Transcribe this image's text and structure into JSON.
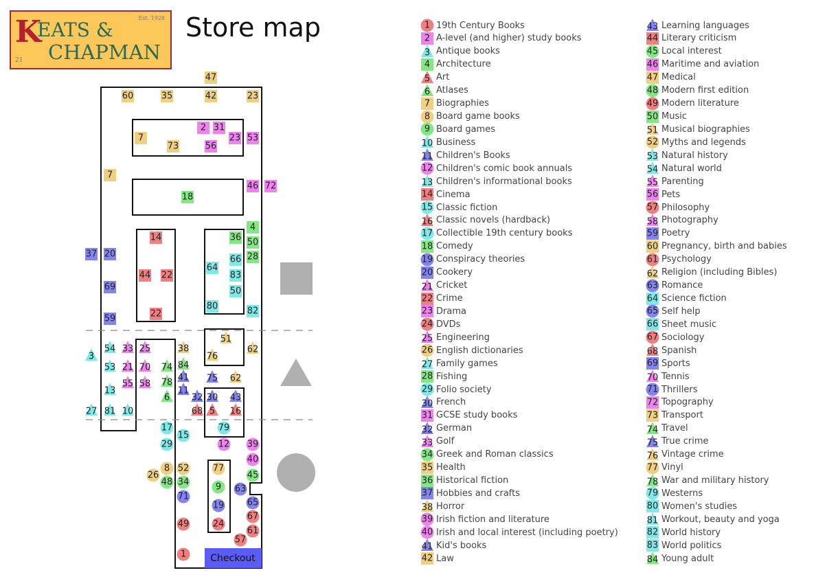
{
  "logo": {
    "initial": "K",
    "line1": "EATS &",
    "line2": "CHAPMAN",
    "est": "Est. 1928",
    "number": "21"
  },
  "title": "Store map",
  "colors": {
    "r": "#f08080",
    "p": "#ee82ee",
    "c": "#7fe9e9",
    "g": "#83e883",
    "b": "#8484f0",
    "y": "#f0d080",
    "gray": "#b0b0b0",
    "checkout": "#5b5bf5"
  },
  "checkout_label": "Checkout",
  "legend": [
    {
      "n": "1",
      "shape": "c",
      "color": "r",
      "label": "19th Century Books"
    },
    {
      "n": "2",
      "shape": "s",
      "color": "p",
      "label": "A-level (and higher) study books"
    },
    {
      "n": "3",
      "shape": "t",
      "color": "c",
      "label": "Antique books"
    },
    {
      "n": "4",
      "shape": "s",
      "color": "g",
      "label": "Architecture"
    },
    {
      "n": "5",
      "shape": "t",
      "color": "r",
      "label": "Art"
    },
    {
      "n": "6",
      "shape": "t",
      "color": "g",
      "label": "Atlases"
    },
    {
      "n": "7",
      "shape": "s",
      "color": "y",
      "label": "Biographies"
    },
    {
      "n": "8",
      "shape": "c",
      "color": "y",
      "label": "Board game books"
    },
    {
      "n": "9",
      "shape": "c",
      "color": "g",
      "label": "Board games"
    },
    {
      "n": "10",
      "shape": "t",
      "color": "c",
      "label": "Business"
    },
    {
      "n": "11",
      "shape": "t",
      "color": "b",
      "label": "Children's Books"
    },
    {
      "n": "12",
      "shape": "c",
      "color": "p",
      "label": "Children's comic book annuals"
    },
    {
      "n": "13",
      "shape": "t",
      "color": "c",
      "label": "Children's informational books"
    },
    {
      "n": "14",
      "shape": "s",
      "color": "r",
      "label": "Cinema"
    },
    {
      "n": "15",
      "shape": "c",
      "color": "c",
      "label": "Classic fiction"
    },
    {
      "n": "16",
      "shape": "t",
      "color": "r",
      "label": "Classic novels (hardback)"
    },
    {
      "n": "17",
      "shape": "c",
      "color": "c",
      "label": "Collectible 19th century books"
    },
    {
      "n": "18",
      "shape": "s",
      "color": "g",
      "label": "Comedy"
    },
    {
      "n": "19",
      "shape": "c",
      "color": "b",
      "label": "Conspiracy theories"
    },
    {
      "n": "20",
      "shape": "s",
      "color": "b",
      "label": "Cookery"
    },
    {
      "n": "21",
      "shape": "t",
      "color": "p",
      "label": "Cricket"
    },
    {
      "n": "22",
      "shape": "s",
      "color": "r",
      "label": "Crime"
    },
    {
      "n": "23",
      "shape": "s",
      "color": "p",
      "label": "Drama"
    },
    {
      "n": "24",
      "shape": "c",
      "color": "r",
      "label": "DVDs"
    },
    {
      "n": "25",
      "shape": "t",
      "color": "p",
      "label": "Engineering"
    },
    {
      "n": "26",
      "shape": "c",
      "color": "y",
      "label": "English dictionaries"
    },
    {
      "n": "27",
      "shape": "t",
      "color": "c",
      "label": "Family games"
    },
    {
      "n": "28",
      "shape": "s",
      "color": "g",
      "label": "Fishing"
    },
    {
      "n": "29",
      "shape": "c",
      "color": "c",
      "label": "Folio society"
    },
    {
      "n": "30",
      "shape": "t",
      "color": "b",
      "label": "French"
    },
    {
      "n": "31",
      "shape": "s",
      "color": "p",
      "label": "GCSE study books"
    },
    {
      "n": "32",
      "shape": "t",
      "color": "b",
      "label": "German"
    },
    {
      "n": "33",
      "shape": "t",
      "color": "p",
      "label": "Golf"
    },
    {
      "n": "34",
      "shape": "c",
      "color": "g",
      "label": "Greek and Roman classics"
    },
    {
      "n": "35",
      "shape": "s",
      "color": "y",
      "label": "Health"
    },
    {
      "n": "36",
      "shape": "s",
      "color": "g",
      "label": "Historical fiction"
    },
    {
      "n": "37",
      "shape": "s",
      "color": "b",
      "label": "Hobbies and crafts"
    },
    {
      "n": "38",
      "shape": "t",
      "color": "y",
      "label": "Horror"
    },
    {
      "n": "39",
      "shape": "c",
      "color": "p",
      "label": "Irish fiction and literature"
    },
    {
      "n": "40",
      "shape": "c",
      "color": "p",
      "label": "Irish and local interest (including poetry)"
    },
    {
      "n": "41",
      "shape": "t",
      "color": "b",
      "label": "Kid's books"
    },
    {
      "n": "42",
      "shape": "s",
      "color": "y",
      "label": "Law"
    },
    {
      "n": "43",
      "shape": "t",
      "color": "b",
      "label": "Learning languages"
    },
    {
      "n": "44",
      "shape": "s",
      "color": "r",
      "label": "Literary criticism"
    },
    {
      "n": "45",
      "shape": "c",
      "color": "g",
      "label": "Local interest"
    },
    {
      "n": "46",
      "shape": "s",
      "color": "p",
      "label": "Maritime and aviation"
    },
    {
      "n": "47",
      "shape": "s",
      "color": "y",
      "label": "Medical"
    },
    {
      "n": "48",
      "shape": "c",
      "color": "g",
      "label": "Modern first edition"
    },
    {
      "n": "49",
      "shape": "c",
      "color": "r",
      "label": "Modern literature"
    },
    {
      "n": "50",
      "shape": "s",
      "color": "g",
      "label": "Music"
    },
    {
      "n": "51",
      "shape": "t",
      "color": "y",
      "label": "Musical biographies"
    },
    {
      "n": "52",
      "shape": "c",
      "color": "y",
      "label": "Myths and legends"
    },
    {
      "n": "53",
      "shape": "t",
      "color": "c",
      "label": "Natural history"
    },
    {
      "n": "54",
      "shape": "t",
      "color": "c",
      "label": "Natural world"
    },
    {
      "n": "55",
      "shape": "t",
      "color": "p",
      "label": "Parenting"
    },
    {
      "n": "56",
      "shape": "s",
      "color": "p",
      "label": "Pets"
    },
    {
      "n": "57",
      "shape": "c",
      "color": "r",
      "label": "Philosophy"
    },
    {
      "n": "58",
      "shape": "t",
      "color": "p",
      "label": "Photography"
    },
    {
      "n": "59",
      "shape": "s",
      "color": "b",
      "label": "Poetry"
    },
    {
      "n": "60",
      "shape": "s",
      "color": "y",
      "label": "Pregnancy, birth and babies"
    },
    {
      "n": "61",
      "shape": "c",
      "color": "r",
      "label": "Psychology"
    },
    {
      "n": "62",
      "shape": "t",
      "color": "y",
      "label": "Religion (including Bibles)"
    },
    {
      "n": "63",
      "shape": "c",
      "color": "b",
      "label": "Romance"
    },
    {
      "n": "64",
      "shape": "s",
      "color": "c",
      "label": "Science fiction"
    },
    {
      "n": "65",
      "shape": "c",
      "color": "b",
      "label": "Self help"
    },
    {
      "n": "66",
      "shape": "s",
      "color": "c",
      "label": "Sheet music"
    },
    {
      "n": "67",
      "shape": "c",
      "color": "r",
      "label": "Sociology"
    },
    {
      "n": "68",
      "shape": "t",
      "color": "r",
      "label": "Spanish"
    },
    {
      "n": "69",
      "shape": "s",
      "color": "b",
      "label": "Sports"
    },
    {
      "n": "70",
      "shape": "t",
      "color": "p",
      "label": "Tennis"
    },
    {
      "n": "71",
      "shape": "c",
      "color": "b",
      "label": "Thrillers"
    },
    {
      "n": "72",
      "shape": "s",
      "color": "p",
      "label": "Topography"
    },
    {
      "n": "73",
      "shape": "s",
      "color": "y",
      "label": "Transport"
    },
    {
      "n": "74",
      "shape": "t",
      "color": "g",
      "label": "Travel"
    },
    {
      "n": "75",
      "shape": "t",
      "color": "b",
      "label": "True crime"
    },
    {
      "n": "76",
      "shape": "t",
      "color": "y",
      "label": "Vintage crime"
    },
    {
      "n": "77",
      "shape": "c",
      "color": "y",
      "label": "Vinyl"
    },
    {
      "n": "78",
      "shape": "t",
      "color": "g",
      "label": "War and military history"
    },
    {
      "n": "79",
      "shape": "c",
      "color": "c",
      "label": "Westerns"
    },
    {
      "n": "80",
      "shape": "s",
      "color": "c",
      "label": "Women's studies"
    },
    {
      "n": "81",
      "shape": "t",
      "color": "c",
      "label": "Workout, beauty and yoga"
    },
    {
      "n": "82",
      "shape": "s",
      "color": "c",
      "label": "World history"
    },
    {
      "n": "83",
      "shape": "s",
      "color": "c",
      "label": "World politics"
    },
    {
      "n": "84",
      "shape": "t",
      "color": "g",
      "label": "Young adult"
    }
  ],
  "map_markers": [
    {
      "n": "47"
    },
    {
      "n": "60"
    },
    {
      "n": "35"
    },
    {
      "n": "42"
    },
    {
      "n": "23",
      "shape": "s",
      "color": "y"
    },
    {
      "n": "2"
    },
    {
      "n": "31"
    },
    {
      "n": "23"
    },
    {
      "n": "53",
      "shape": "s",
      "color": "p"
    },
    {
      "n": "7"
    },
    {
      "n": "73"
    },
    {
      "n": "56"
    },
    {
      "n": "7"
    },
    {
      "n": "46"
    },
    {
      "n": "72"
    },
    {
      "n": "18"
    },
    {
      "n": "14"
    },
    {
      "n": "44"
    },
    {
      "n": "22"
    },
    {
      "n": "22"
    },
    {
      "n": "37"
    },
    {
      "n": "20"
    },
    {
      "n": "69"
    },
    {
      "n": "59"
    },
    {
      "n": "4"
    },
    {
      "n": "36"
    },
    {
      "n": "50"
    },
    {
      "n": "28"
    },
    {
      "n": "66"
    },
    {
      "n": "64"
    },
    {
      "n": "83"
    },
    {
      "n": "50",
      "shape": "s",
      "color": "c"
    },
    {
      "n": "80"
    },
    {
      "n": "82"
    },
    {
      "n": "3"
    },
    {
      "n": "54"
    },
    {
      "n": "33"
    },
    {
      "n": "25"
    },
    {
      "n": "38"
    },
    {
      "n": "51"
    },
    {
      "n": "76"
    },
    {
      "n": "62"
    },
    {
      "n": "53"
    },
    {
      "n": "21"
    },
    {
      "n": "70"
    },
    {
      "n": "74"
    },
    {
      "n": "84"
    },
    {
      "n": "55"
    },
    {
      "n": "58"
    },
    {
      "n": "78"
    },
    {
      "n": "41"
    },
    {
      "n": "75"
    },
    {
      "n": "62"
    },
    {
      "n": "13"
    },
    {
      "n": "6"
    },
    {
      "n": "11"
    },
    {
      "n": "32"
    },
    {
      "n": "30"
    },
    {
      "n": "43"
    },
    {
      "n": "27"
    },
    {
      "n": "81"
    },
    {
      "n": "10"
    },
    {
      "n": "68"
    },
    {
      "n": "5"
    },
    {
      "n": "16"
    },
    {
      "n": "17"
    },
    {
      "n": "79"
    },
    {
      "n": "15"
    },
    {
      "n": "29"
    },
    {
      "n": "12"
    },
    {
      "n": "39"
    },
    {
      "n": "40"
    },
    {
      "n": "8"
    },
    {
      "n": "52"
    },
    {
      "n": "77"
    },
    {
      "n": "26"
    },
    {
      "n": "45"
    },
    {
      "n": "48"
    },
    {
      "n": "34"
    },
    {
      "n": "9"
    },
    {
      "n": "63"
    },
    {
      "n": "71"
    },
    {
      "n": "19"
    },
    {
      "n": "65"
    },
    {
      "n": "67"
    },
    {
      "n": "49"
    },
    {
      "n": "24"
    },
    {
      "n": "61"
    },
    {
      "n": "57"
    },
    {
      "n": "1"
    }
  ]
}
